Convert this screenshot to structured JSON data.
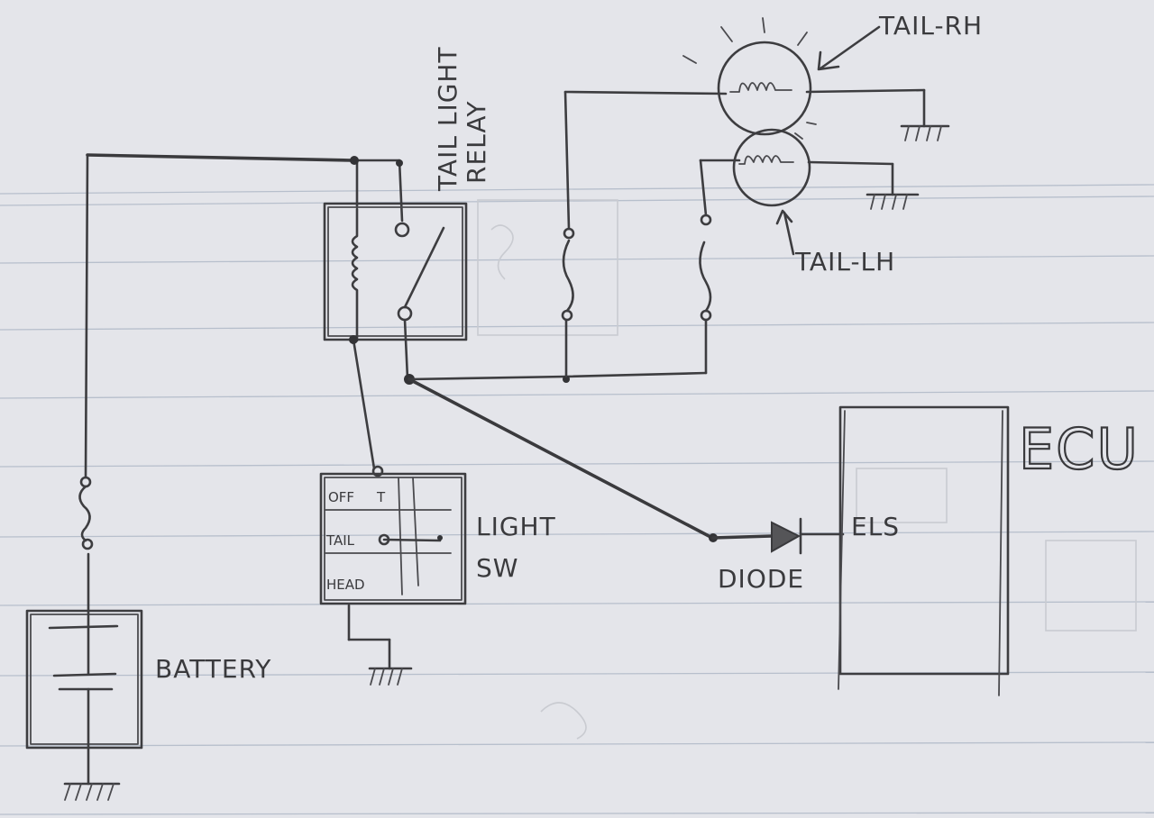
{
  "labels": {
    "tail_light_relay_line1": "TAIL LIGHT",
    "tail_light_relay_line2": "RELAY",
    "tail_rh": "TAIL-RH",
    "tail_lh": "TAIL-LH",
    "ecu": "ECU",
    "els": "ELS",
    "diode": "DIODE",
    "light_sw_line1": "LIGHT",
    "light_sw_line2": "SW",
    "battery": "BATTERY",
    "switch_off": "OFF",
    "switch_tail": "TAIL",
    "switch_head": "HEAD",
    "switch_t": "T"
  }
}
